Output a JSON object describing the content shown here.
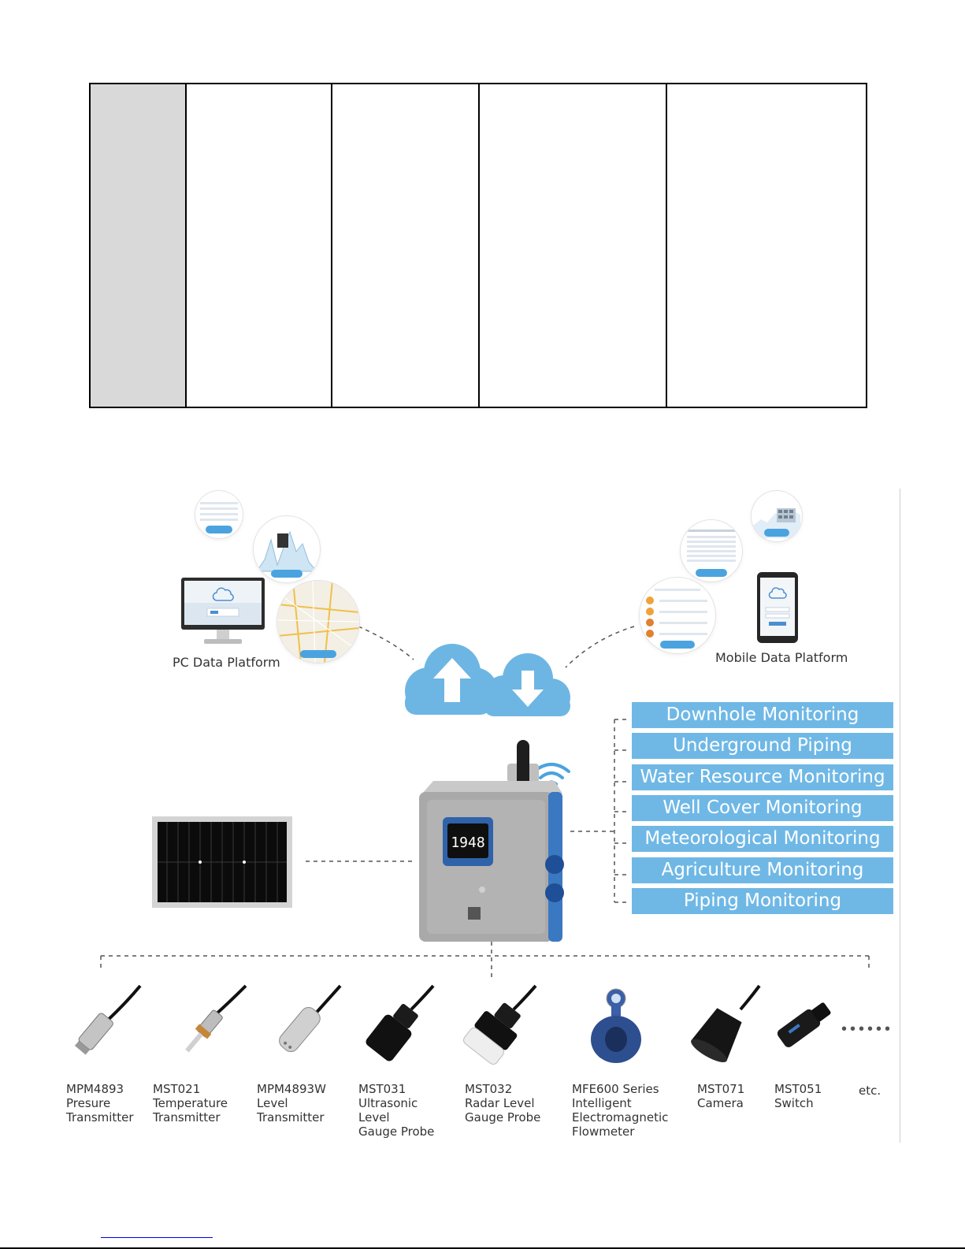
{
  "spec_table": {
    "rows": 1,
    "columns": 5
  },
  "platforms": {
    "pc_label": "PC Data Platform",
    "mobile_label": "Mobile Data Platform"
  },
  "applications": [
    "Downhole Monitoring",
    "Underground Piping",
    "Water Resource Monitoring",
    "Well Cover Monitoring",
    "Meteorological Monitoring",
    "Agriculture Monitoring",
    "Piping Monitoring"
  ],
  "device": {
    "display_value": "1948"
  },
  "sensors": [
    {
      "label": "MPM4893\n Presure\n  Transmitter",
      "kind": "pressure"
    },
    {
      "label": "MST021\nTemperature\nTransmitter",
      "kind": "temperature"
    },
    {
      "label": "MPM4893W\nLevel\nTransmitter",
      "kind": "level"
    },
    {
      "label": "MST031\nUltrasonic\n Level\nGauge Probe",
      "kind": "ultrasonic"
    },
    {
      "label": "MST032\nRadar Level\nGauge Probe",
      "kind": "radar"
    },
    {
      "label": "MFE600 Series\n Intelligent\nElectromagnetic\nFlowmeter",
      "kind": "flowmeter"
    },
    {
      "label": "MST071\nCamera",
      "kind": "camera"
    },
    {
      "label": "MST051\n  Switch",
      "kind": "switch"
    }
  ],
  "etc_label": "etc.",
  "colors": {
    "accent": "#6fb8e6",
    "cloud": "#6db6e4",
    "table_header": "#d9d9d9"
  }
}
